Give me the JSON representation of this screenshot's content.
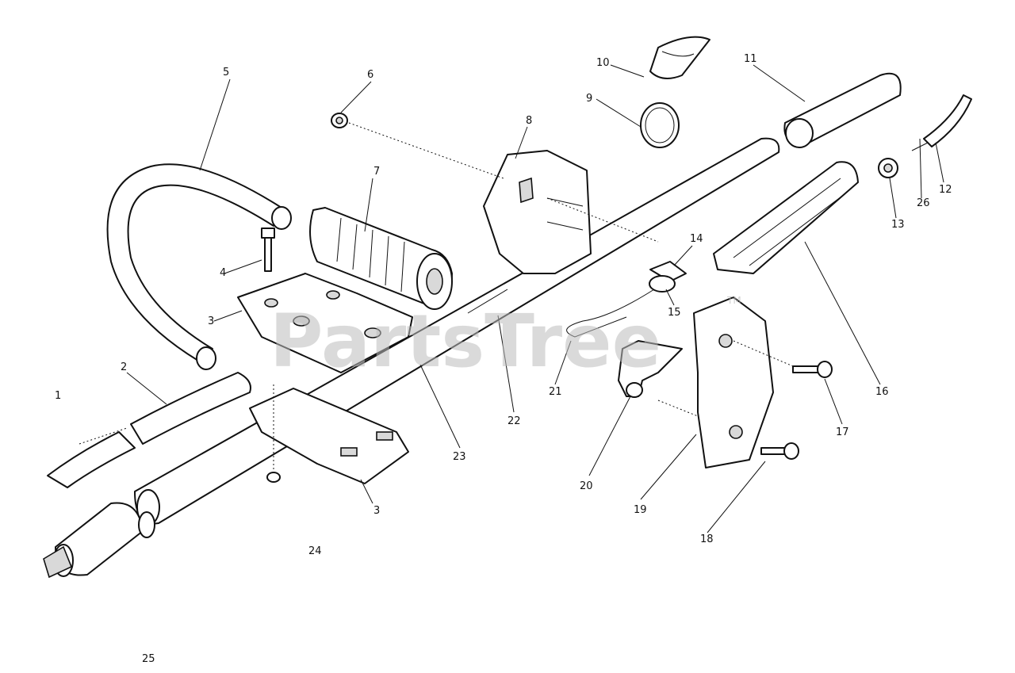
{
  "watermark": {
    "text": "PartsTree",
    "tm": "TM"
  },
  "parts": [
    {
      "key": "p1",
      "label": "1"
    },
    {
      "key": "p2",
      "label": "2"
    },
    {
      "key": "p3a",
      "label": "3"
    },
    {
      "key": "p3b",
      "label": "3"
    },
    {
      "key": "p4",
      "label": "4"
    },
    {
      "key": "p5",
      "label": "5"
    },
    {
      "key": "p6",
      "label": "6"
    },
    {
      "key": "p7",
      "label": "7"
    },
    {
      "key": "p8",
      "label": "8"
    },
    {
      "key": "p9",
      "label": "9"
    },
    {
      "key": "p10",
      "label": "10"
    },
    {
      "key": "p11",
      "label": "11"
    },
    {
      "key": "p12",
      "label": "12"
    },
    {
      "key": "p13",
      "label": "13"
    },
    {
      "key": "p14",
      "label": "14"
    },
    {
      "key": "p15",
      "label": "15"
    },
    {
      "key": "p16",
      "label": "16"
    },
    {
      "key": "p17",
      "label": "17"
    },
    {
      "key": "p18",
      "label": "18"
    },
    {
      "key": "p19",
      "label": "19"
    },
    {
      "key": "p20",
      "label": "20"
    },
    {
      "key": "p21",
      "label": "21"
    },
    {
      "key": "p22",
      "label": "22"
    },
    {
      "key": "p23",
      "label": "23"
    },
    {
      "key": "p24",
      "label": "24"
    },
    {
      "key": "p25",
      "label": "25"
    },
    {
      "key": "p26",
      "label": "26"
    }
  ]
}
